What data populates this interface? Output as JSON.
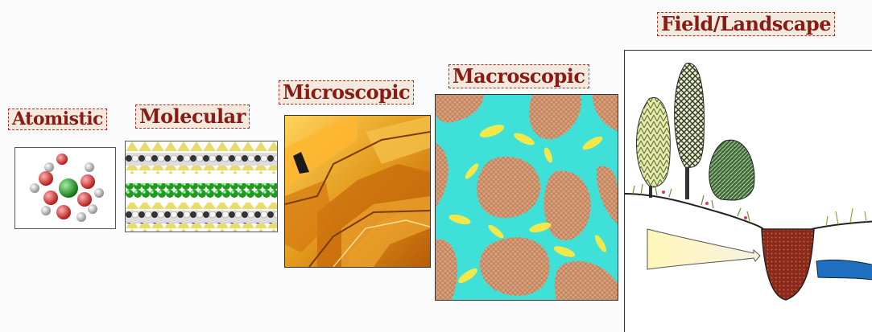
{
  "scales": [
    {
      "id": "atomistic",
      "label": "Atomistic"
    },
    {
      "id": "molecular",
      "label": "Molecular"
    },
    {
      "id": "microscopic",
      "label": "Microscopic"
    },
    {
      "id": "macroscopic",
      "label": "Macroscopic"
    },
    {
      "id": "field",
      "label": "Field/Landscape"
    }
  ],
  "colors": {
    "label_text": "#8a1a14",
    "label_bg": "#f3eadf",
    "macro_fluid": "#3fe0d8",
    "macro_grain": "#d7a07b",
    "macro_particle": "#f2e84a",
    "micro_gold": "#e39a1c",
    "soil": "#8a2a1a",
    "water": "#1f6fc0"
  }
}
